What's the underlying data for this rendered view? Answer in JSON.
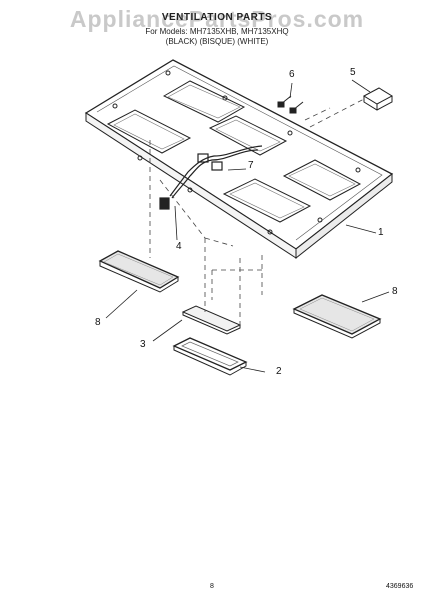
{
  "watermark": "AppliancePartsPros.com",
  "header": {
    "title": "VENTILATION PARTS",
    "models_line": "For Models: MH7135XHB, MH7135XHQ",
    "finish_line": "(BLACK) (BISQUE) (WHITE)"
  },
  "callouts": [
    {
      "id": "c1",
      "label": "1"
    },
    {
      "id": "c2",
      "label": "2"
    },
    {
      "id": "c3",
      "label": "3"
    },
    {
      "id": "c4",
      "label": "4"
    },
    {
      "id": "c5",
      "label": "5"
    },
    {
      "id": "c6",
      "label": "6"
    },
    {
      "id": "c7",
      "label": "7"
    },
    {
      "id": "c8a",
      "label": "8"
    },
    {
      "id": "c8b",
      "label": "8"
    }
  ],
  "footer": {
    "page_number": "8",
    "figure_code": "4369636"
  }
}
